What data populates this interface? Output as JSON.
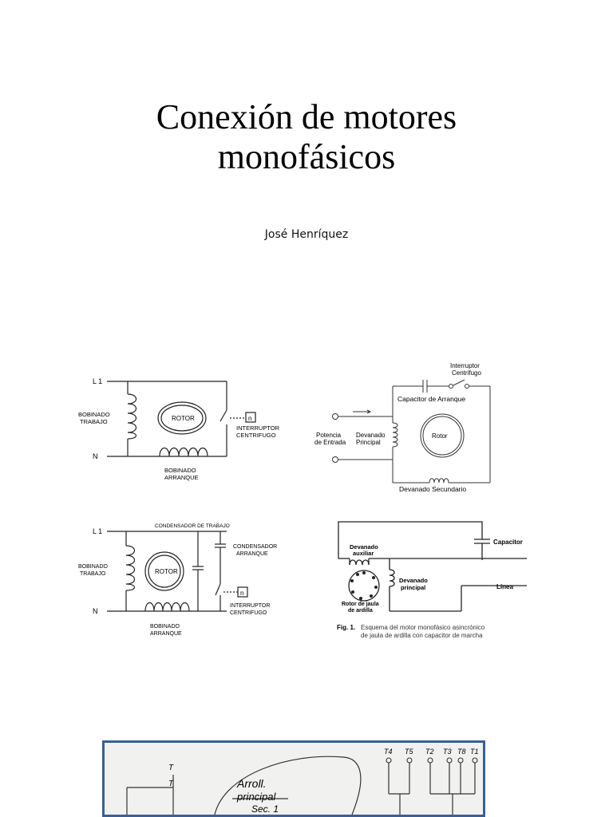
{
  "document": {
    "title_line1": "Conexión de motores",
    "title_line2": "monofásicos",
    "author": "José Henríquez"
  },
  "figure1": {
    "L1": "L 1",
    "N": "N",
    "bob_trabajo_1": "BOBINADO",
    "bob_trabajo_2": "TRABAJO",
    "rotor": "ROTOR",
    "switch_box": "n",
    "interruptor_1": "INTERRUPTOR",
    "interruptor_2": "CENTRIFUGO",
    "bob_arranque_1": "BOBINADO",
    "bob_arranque_2": "ARRANQUE"
  },
  "figure2": {
    "interruptor_1": "Interruptor",
    "interruptor_2": "Centrifugo",
    "capacitor": "Capacitor de Arranque",
    "potencia_1": "Potencia",
    "potencia_2": "de Entrada",
    "devanado_1": "Devanado",
    "devanado_2": "Principal",
    "rotor": "Rotor",
    "secundario": "Devanado Secundario"
  },
  "figure3": {
    "L1": "L 1",
    "N": "N",
    "condensador_trabajo": "CONDENSADOR DE TRABAJO",
    "condensador_arranque_1": "CONDENSADOR",
    "condensador_arranque_2": "ARRANQUE",
    "bob_trabajo_1": "BOBINADO",
    "bob_trabajo_2": "TRABAJO",
    "rotor": "ROTOR",
    "switch_box": "n",
    "interruptor_1": "INTERRUPTOR",
    "interruptor_2": "CENTRIFUGO",
    "bob_arranque_1": "BOBINADO",
    "bob_arranque_2": "ARRANQUE"
  },
  "figure4": {
    "devanado_aux_1": "Devanado",
    "devanado_aux_2": "auxiliar",
    "capacitor": "Capacitor",
    "devanado_pri_1": "Devanado",
    "devanado_pri_2": "principal",
    "rotor_1": "Rotor de jaula",
    "rotor_2": "de ardilla",
    "linea": "Línea",
    "caption_bold": "Fig. 1.",
    "caption_1": "Esquema del motor monofásico asincrónico",
    "caption_2": "de jaula de ardilla con capacitor de marcha"
  },
  "figure5": {
    "t6": "T",
    "t1": "T",
    "arroll_1": "Arroll.",
    "arroll_2": "principal",
    "arroll_3": "Sec. 1",
    "terminals": [
      "T4",
      "T5",
      "T2",
      "T3",
      "T8",
      "T1"
    ]
  }
}
